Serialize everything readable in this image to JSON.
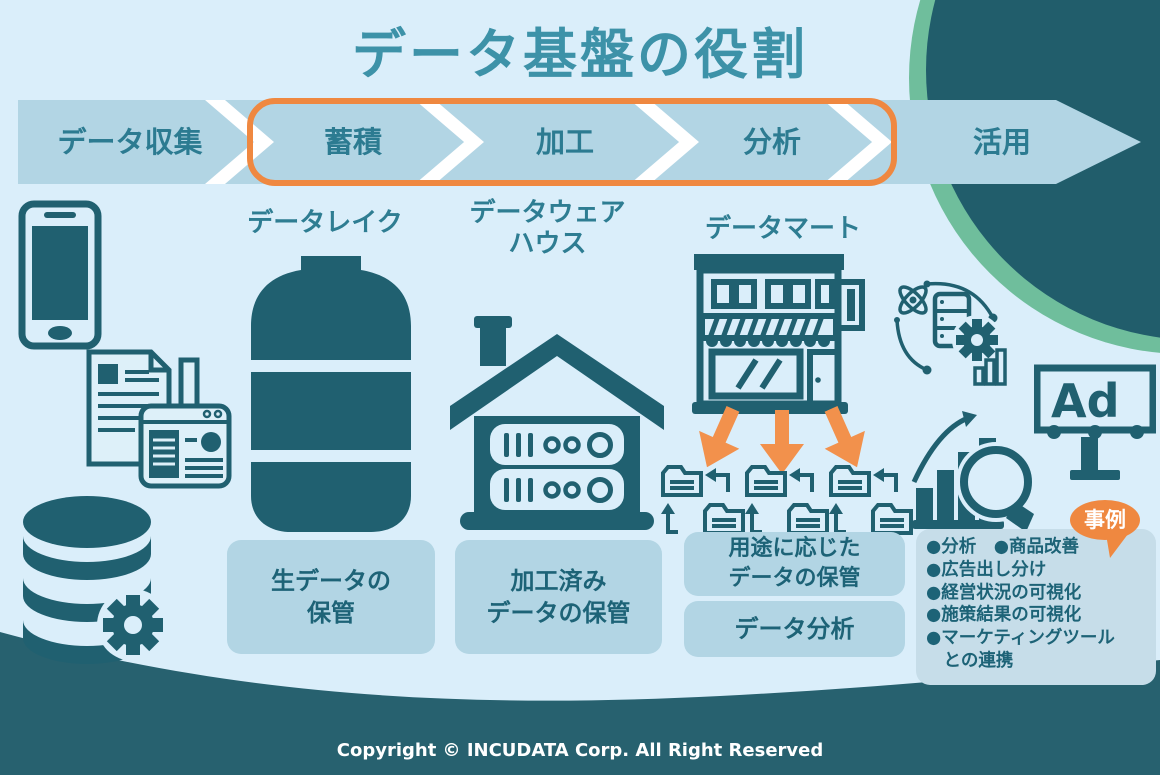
{
  "title": "データ基盤の役割",
  "process": {
    "stages": [
      {
        "label": "データ収集",
        "highlighted": false
      },
      {
        "label": "蓄積",
        "highlighted": true
      },
      {
        "label": "加工",
        "highlighted": true
      },
      {
        "label": "分析",
        "highlighted": true
      },
      {
        "label": "活用",
        "highlighted": false
      }
    ],
    "highlight_color": "#ef8840"
  },
  "columns": {
    "data_lake": {
      "title": "データレイク",
      "caption_line1": "生データの",
      "caption_line2": "保管"
    },
    "data_warehouse": {
      "title_line1": "データウェア",
      "title_line2": "ハウス",
      "caption_line1": "加工済み",
      "caption_line2": "データの保管"
    },
    "data_mart": {
      "title": "データマート",
      "caption_line1": "用途に応じた",
      "caption_line2": "データの保管",
      "caption2": "データ分析"
    }
  },
  "case_panel": {
    "badge": "事例",
    "lines": [
      "●分析　●商品改善",
      "●広告出し分け",
      "●経営状況の可視化",
      "●施策結果の可視化",
      "●マーケティングツール",
      "　との連携"
    ]
  },
  "icons": {
    "ad_text": "Ad",
    "names": [
      "smartphone-icon",
      "documents-icon",
      "database-gear-icon",
      "data-lake-tank-icon",
      "warehouse-servers-icon",
      "storefront-icon",
      "down-arrow-icon",
      "folder-sync-icon",
      "data-science-cycle-icon",
      "ad-billboard-icon",
      "chart-magnifier-icon"
    ]
  },
  "footer": {
    "copyright": "Copyright © INCUDATA Corp. All Right Reserved"
  },
  "colors": {
    "background": "#daeefa",
    "band_blue": "#b2d5e4",
    "panel_blue": "#c6dde9",
    "teal_dark": "#206070",
    "teal_title": "#3d92a8",
    "orange": "#ef8840",
    "orange_arrow": "#f2914c",
    "green_rim": "#6fbe9c",
    "circle_dark": "#215d6b",
    "wave_dark": "#27616f"
  }
}
